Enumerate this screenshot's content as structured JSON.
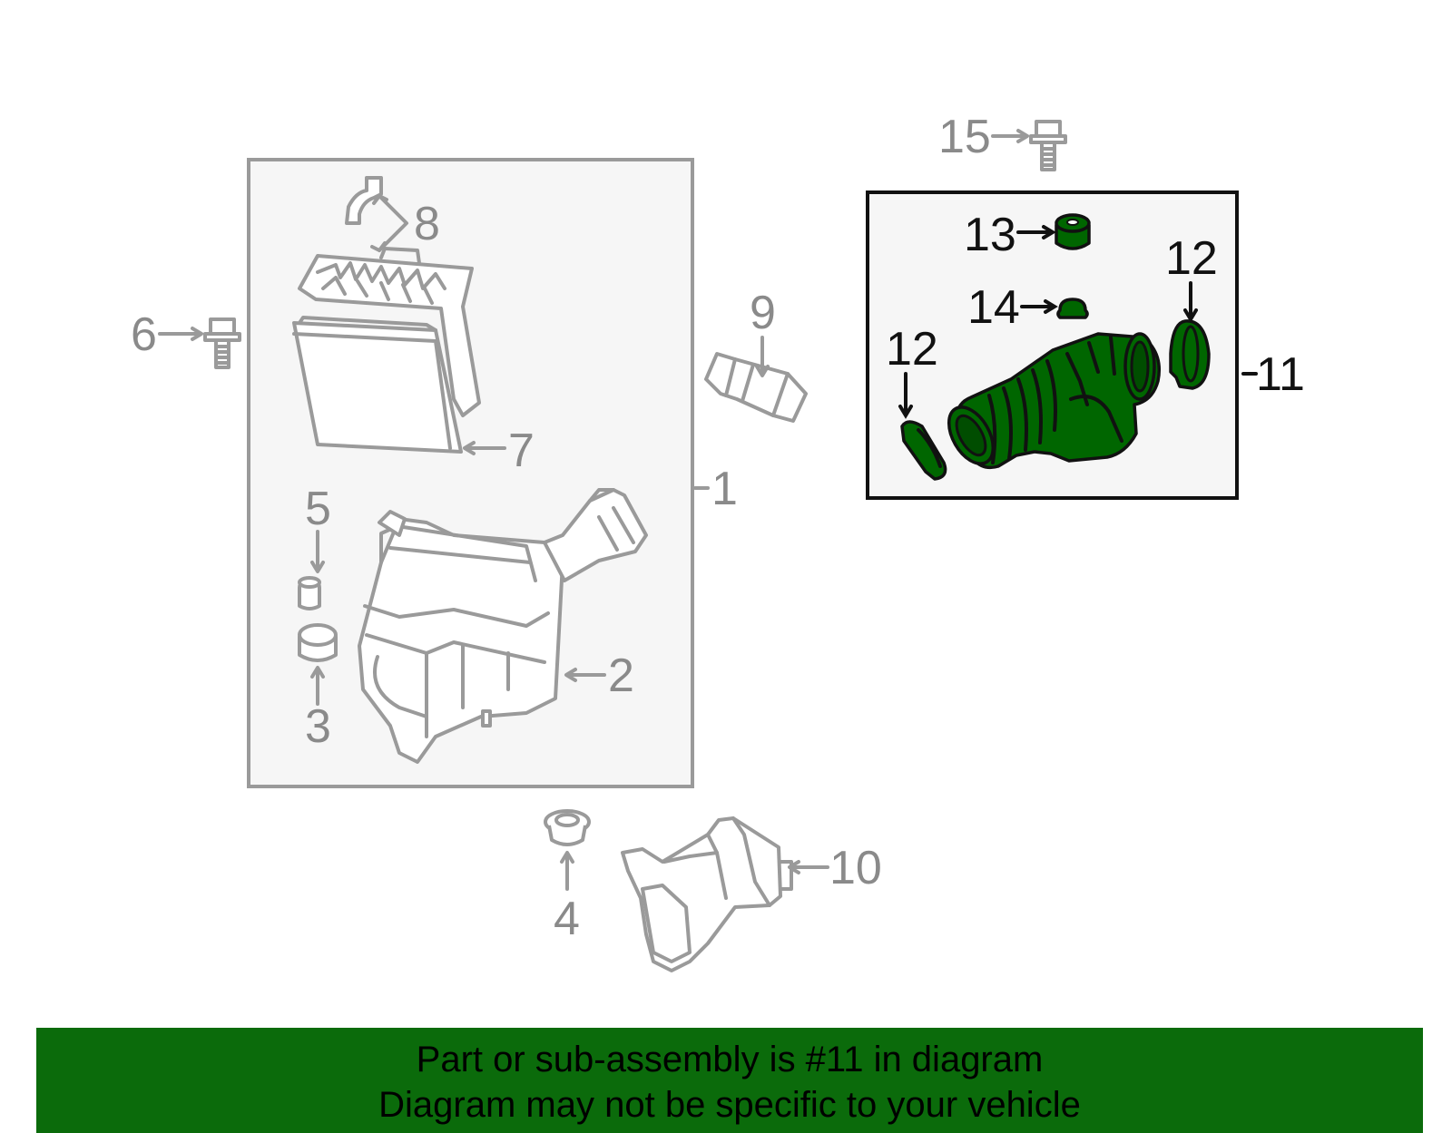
{
  "diagram": {
    "callouts": {
      "c1": "1",
      "c2": "2",
      "c3": "3",
      "c4": "4",
      "c5": "5",
      "c6": "6",
      "c7": "7",
      "c8": "8",
      "c9": "9",
      "c10": "10",
      "c11": "11",
      "c12a": "12",
      "c12b": "12",
      "c13": "13",
      "c14": "14",
      "c15": "15"
    },
    "highlight_part": "11",
    "colors": {
      "highlight_fill": "#006600",
      "part_outline": "#9a9a9a",
      "panel_fill": "#f6f6f6",
      "banner_bg": "#0b6b0b"
    }
  },
  "banner": {
    "line1": "Part or sub-assembly is #11 in diagram",
    "line2": "Diagram may not be specific to your vehicle"
  }
}
